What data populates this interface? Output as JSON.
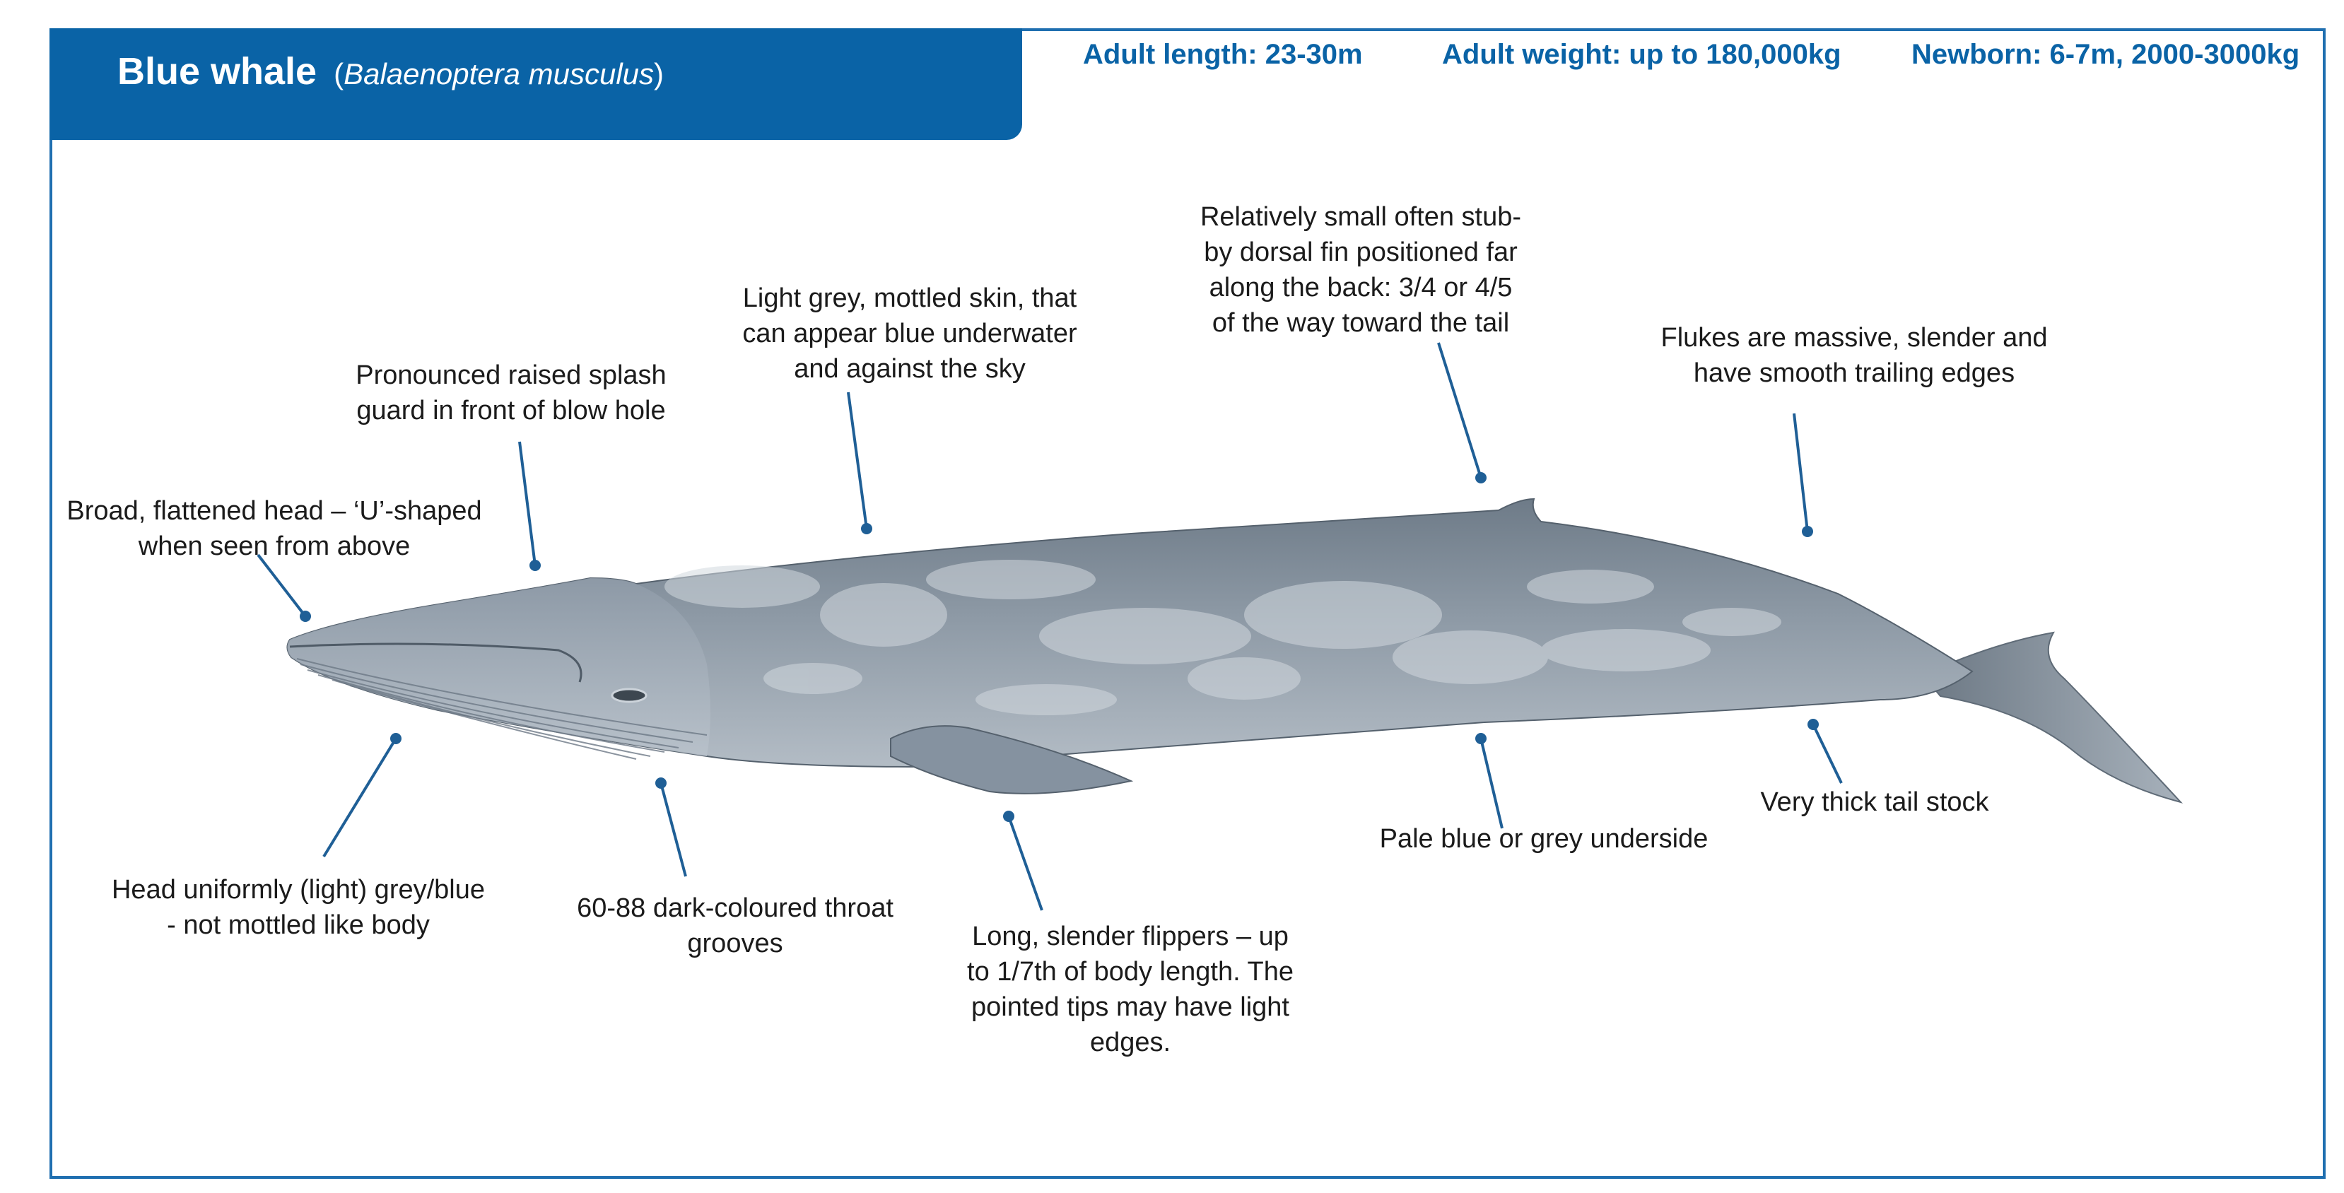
{
  "header": {
    "common_name": "Blue whale",
    "scientific_name": "Balaenoptera musculus",
    "paren_open": "(",
    "paren_close": ")"
  },
  "stats": [
    {
      "text": "Adult length: 23-30m"
    },
    {
      "text": "Adult weight: up to 180,000kg"
    },
    {
      "text": "Newborn: 6-7m, 2000-3000kg"
    }
  ],
  "annotations": {
    "head_shape": [
      "Broad, flattened head – ‘U’-shaped",
      "when seen from above"
    ],
    "splash_guard": [
      "Pronounced raised splash",
      "guard in front of blow hole"
    ],
    "skin": [
      "Light grey, mottled skin, that",
      "can appear blue underwater",
      "and against the sky"
    ],
    "dorsal_fin": [
      "Relatively small  often stub-",
      "by dorsal fin positioned far",
      "along the back: 3/4 or 4/5",
      "of the way toward the tail"
    ],
    "flukes": [
      "Flukes are massive, slender and",
      "have smooth trailing edges"
    ],
    "head_colour": [
      "Head uniformly (light) grey/blue",
      "- not mottled like body"
    ],
    "throat_grooves": [
      "60-88  dark-coloured throat",
      "grooves"
    ],
    "flippers": [
      "Long, slender flippers – up",
      "to 1/7th of body length.  The",
      "pointed tips may have light",
      "edges."
    ],
    "underside": [
      "Pale blue or grey underside"
    ],
    "tail_stock": [
      "Very thick tail stock"
    ]
  },
  "colors": {
    "brand_blue": "#0a63a6",
    "frame_blue": "#1f6fb0",
    "whale_grey": "#8d99a6",
    "whale_dark": "#5d6a78",
    "mottle": "#c9d0d8",
    "belly": "#a9b3bd"
  }
}
